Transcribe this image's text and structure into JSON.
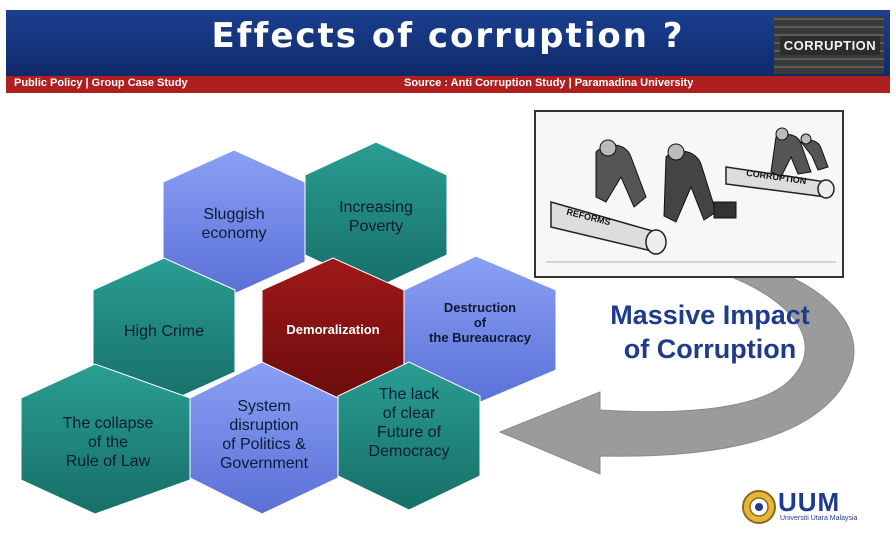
{
  "header": {
    "title": "Effects of corruption ?",
    "logo_text": "CORRUPTION",
    "subtitle_left": "Public Policy | Group Case Study",
    "subtitle_right": "Source : Anti Corruption Study | Paramadina University"
  },
  "hexes": {
    "sluggish": "Sluggish\neconomy",
    "poverty": "Increasing\nPoverty",
    "crime": "High Crime",
    "demoralization": "Demoralization",
    "bureaucracy": "Destruction\nof\nthe Bureaucracy",
    "collapse": "The collapse\nof the\nRule of Law",
    "system": "System\ndisruption\nof Politics &\nGovernment",
    "democracy": "The lack\nof clear\nFuture of\nDemocracy"
  },
  "cartoon": {
    "reforms_label": "REFORMS",
    "corruption_label": "CORRUPTION"
  },
  "impact": {
    "line1": "Massive Impact",
    "line2": "of Corruption"
  },
  "logo": {
    "name": "UUM",
    "full_name": "Universiti Utara Malaysia"
  },
  "colors": {
    "teal": "#1f8a80",
    "blue": "#6e86e8",
    "maroon": "#8a1414",
    "header_blue": "#143381",
    "subbar_red": "#b01f1f",
    "impact_blue": "#1f3c8c"
  }
}
